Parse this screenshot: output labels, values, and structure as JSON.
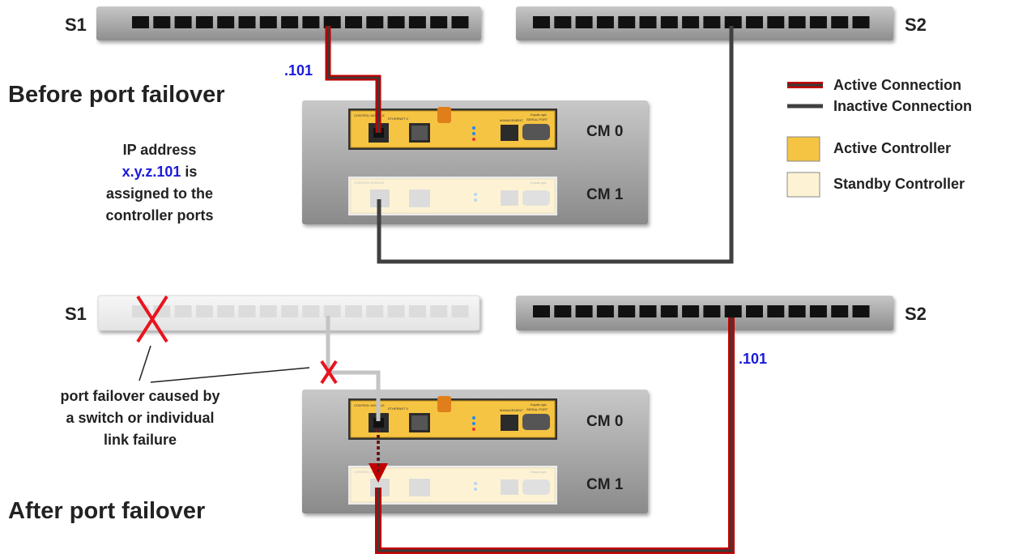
{
  "top": {
    "section_title": "Before port failover",
    "switch_left": "S1",
    "switch_right": "S2",
    "cm0": "CM 0",
    "cm1": "CM 1",
    "ip_label": ".101",
    "note": {
      "line1": "IP address",
      "line2_ip": "x.y.z.101",
      "line2_rest": " is",
      "line3": "assigned to the",
      "line4": "controller ports"
    }
  },
  "bottom": {
    "section_title": "After port failover",
    "switch_left": "S1",
    "switch_right": "S2",
    "cm0": "CM 0",
    "cm1": "CM 1",
    "ip_label": ".101",
    "note": {
      "line1": "port failover caused by",
      "line2": "a switch or individual",
      "line3": "link failure"
    }
  },
  "legend": {
    "active_connection": "Active Connection",
    "inactive_connection": "Inactive Connection",
    "active_controller": "Active Controller",
    "standby_controller": "Standby Controller"
  },
  "module_text": {
    "control_module": "CONTROL MODULE",
    "ethernet": "ETHERNET 0",
    "management": "MANAGEMENT",
    "serial_port": "SERIAL PORT",
    "brand": "EqualLogic"
  },
  "colors": {
    "active_connection": "#c00000",
    "inactive_connection": "#404040",
    "active_controller": "#f6c443",
    "standby_controller": "#fdf3d4",
    "failure_mark": "#e8141e",
    "ip_text": "#1a1adc"
  }
}
